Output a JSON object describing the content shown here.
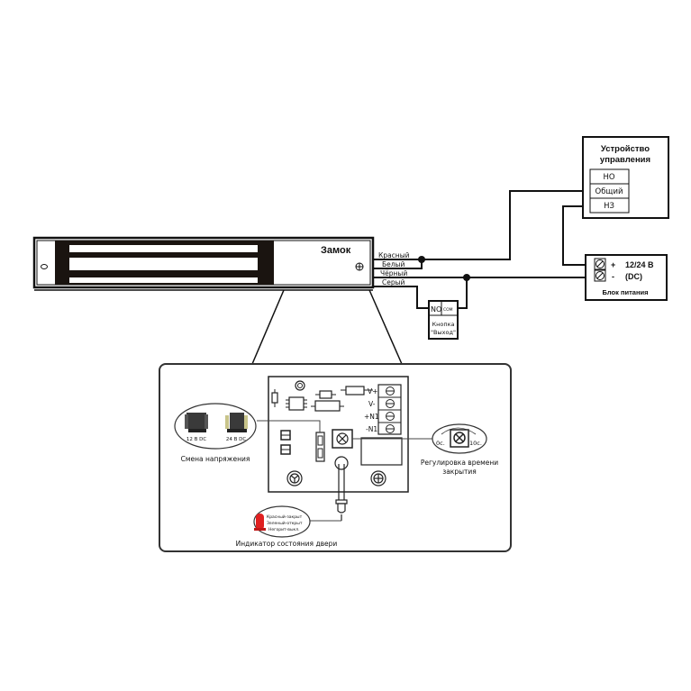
{
  "lock": {
    "label": "Замок",
    "wires": [
      "Красный",
      "Белый",
      "Чёрный",
      "Серый"
    ]
  },
  "control_device": {
    "title_line1": "Устройство",
    "title_line2": "управления",
    "terminals": [
      "НО",
      "Общий",
      "НЗ"
    ]
  },
  "power_supply": {
    "plus": "+",
    "minus": "-",
    "voltage": "12/24 В",
    "dc": "(DC)",
    "title": "Блок питания"
  },
  "exit_button": {
    "no": "NO",
    "com": "COM",
    "line1": "Кнопка",
    "line2": "\"Выход\""
  },
  "board": {
    "terminals": [
      "V+",
      "V-",
      "+N1",
      "-N1"
    ]
  },
  "voltage_switch": {
    "opt1": "12 В DC",
    "opt2": "24 В DC",
    "caption": "Смена напряжения"
  },
  "timer": {
    "min": "0с.",
    "max": "10с.",
    "caption_line1": "Регулировка времени",
    "caption_line2": "закрытия"
  },
  "indicator": {
    "line1": "Красный-закрыт",
    "line2": "Зеленый-открыт",
    "line3": "Негорит-выкл.",
    "caption": "Индикатор состояния двери",
    "led_color": "#e02020"
  }
}
